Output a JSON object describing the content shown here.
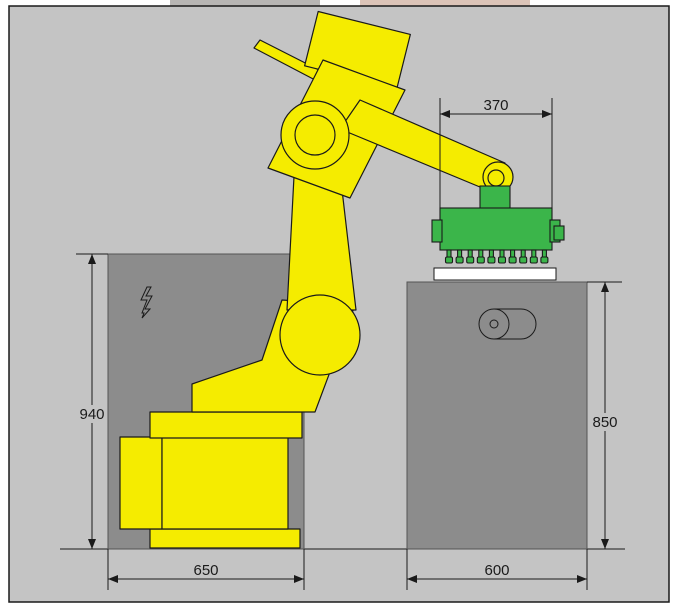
{
  "dimensions": {
    "gripper_width": "370",
    "cabinet_height": "940",
    "conveyor_height": "850",
    "base_width": "650",
    "conveyor_width": "600"
  },
  "icons": {
    "hazard": "lightning-bolt",
    "roller": "circle-roller"
  },
  "colors": {
    "panel": "#c4c4c4",
    "robot": "#f5ec00",
    "gripper": "#3bb54a",
    "cabinet": "#8c8c8c",
    "outline": "#1a1a1a"
  }
}
